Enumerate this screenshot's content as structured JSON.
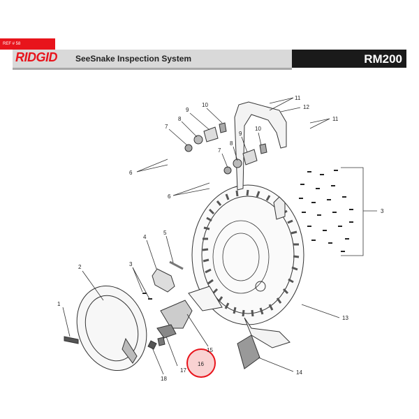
{
  "header": {
    "ref_tag": "REF # 58",
    "brand": "RIDGID",
    "product": "SeeSnake Inspection System",
    "model": "RM200"
  },
  "callouts": [
    "1",
    "2",
    "3",
    "3",
    "4",
    "5",
    "6",
    "6",
    "7",
    "7",
    "8",
    "8",
    "9",
    "9",
    "10",
    "10",
    "11",
    "11",
    "12",
    "13",
    "14",
    "15",
    "16",
    "17",
    "18"
  ],
  "highlight": {
    "label": "16",
    "color": "#e8141c"
  }
}
